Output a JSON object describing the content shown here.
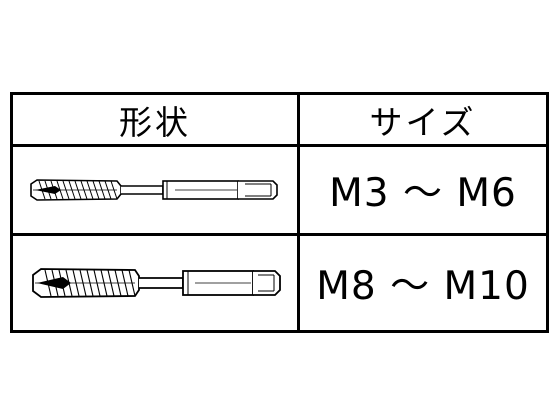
{
  "table": {
    "headers": {
      "shape": "形状",
      "size": "サイズ"
    },
    "rows": [
      {
        "size": "M3 ～ M6",
        "tool_icon": "spiral-point-tap-small-icon"
      },
      {
        "size": "M8 ～ M10",
        "tool_icon": "spiral-point-tap-large-icon"
      }
    ]
  }
}
